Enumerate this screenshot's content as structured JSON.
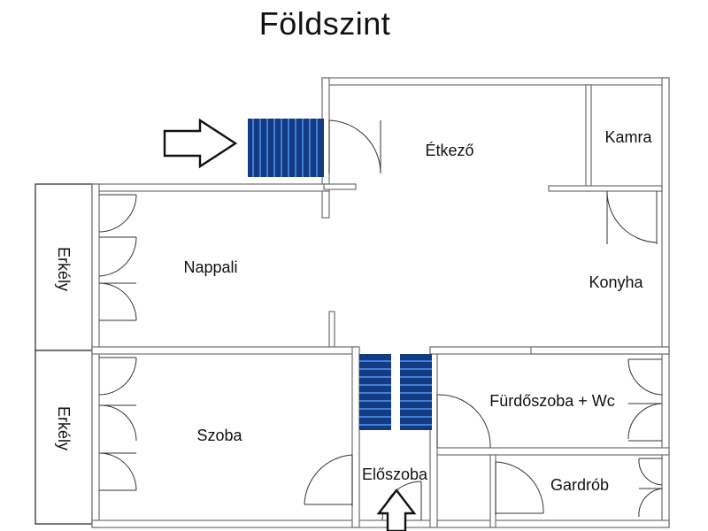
{
  "title": "Földszint",
  "rooms": {
    "etkezo": "Étkező",
    "kamra": "Kamra",
    "nappali": "Nappali",
    "konyha": "Konyha",
    "erkely_top": "Erkély",
    "erkely_bottom": "Erkély",
    "szoba": "Szoba",
    "furdoszoba": "Fürdőszoba + Wc",
    "eloszoba": "Előszoba",
    "gardrob": "Gardrób"
  },
  "colors": {
    "stairs": "#2a63bf",
    "walls": "#6e6e6e"
  }
}
